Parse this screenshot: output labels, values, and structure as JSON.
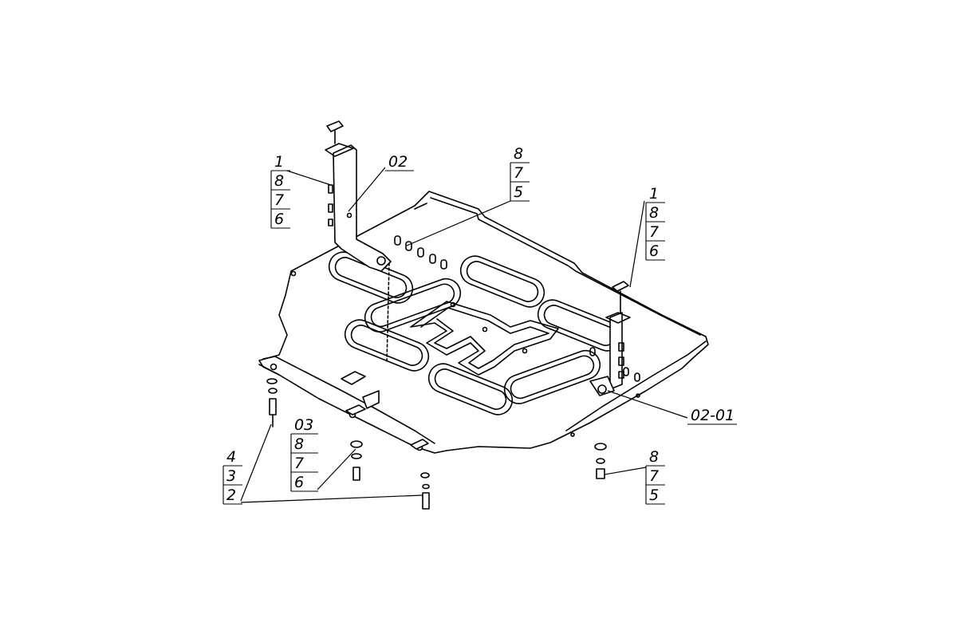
{
  "callouts": [
    {
      "id": "c1",
      "items": [
        "1",
        "8",
        "7",
        "6"
      ]
    },
    {
      "id": "c2",
      "items": [
        "02"
      ]
    },
    {
      "id": "c3",
      "items": [
        "8",
        "7",
        "5"
      ]
    },
    {
      "id": "c4",
      "items": [
        "1",
        "8",
        "7",
        "6"
      ]
    },
    {
      "id": "c5",
      "items": [
        "02-01"
      ]
    },
    {
      "id": "c6",
      "items": [
        "03",
        "8",
        "7",
        "6"
      ]
    },
    {
      "id": "c7",
      "items": [
        "4",
        "3",
        "2"
      ]
    },
    {
      "id": "c8",
      "items": [
        "8",
        "7",
        "5"
      ]
    }
  ]
}
